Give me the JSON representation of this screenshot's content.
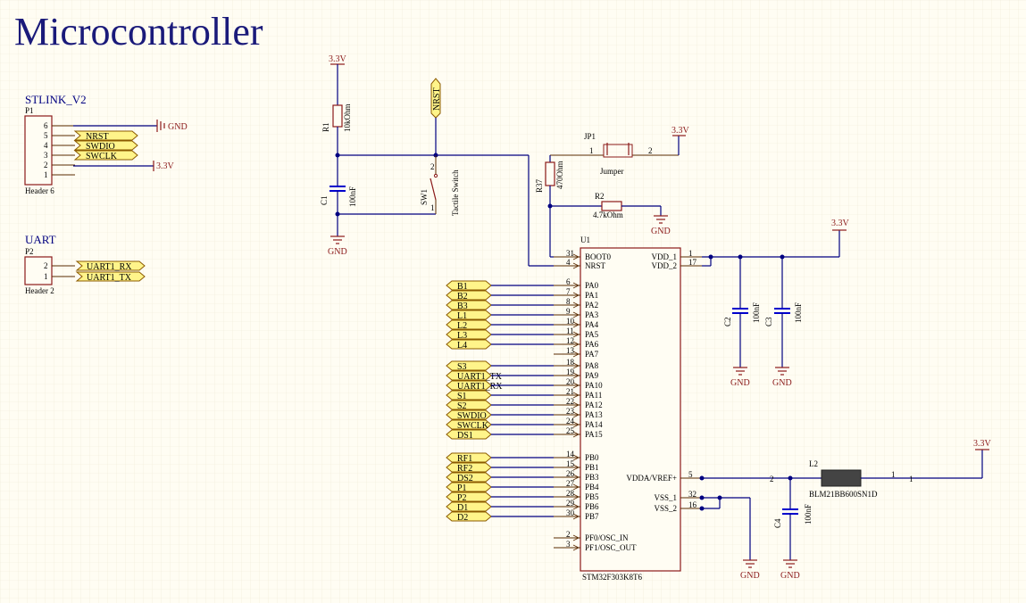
{
  "title": "Microcontroller",
  "headers": {
    "p1": {
      "section": "STLINK_V2",
      "ref": "P1",
      "name": "Header 6",
      "pins": [
        "6",
        "5",
        "4",
        "3",
        "2",
        "1"
      ]
    },
    "p2": {
      "section": "UART",
      "ref": "P2",
      "name": "Header 2",
      "pins": [
        "2",
        "1"
      ]
    }
  },
  "nets": {
    "nrst": "NRST",
    "swdio": "SWDIO",
    "swclk": "SWCLK",
    "uart_rx": "UART1_RX",
    "uart_tx": "UART1_TX"
  },
  "power": {
    "gnd": "GND",
    "v33": "3.3V"
  },
  "components": {
    "r1": {
      "ref": "R1",
      "value": "10kOhm"
    },
    "c1": {
      "ref": "C1",
      "value": "100nF"
    },
    "sw1": {
      "ref": "SW1",
      "value": "Tactile Switch",
      "pin_top": "2",
      "pin_bot": "1"
    },
    "jp1": {
      "ref": "JP1",
      "value": "Jumper",
      "pin_l": "1",
      "pin_r": "2"
    },
    "r37": {
      "ref": "R37",
      "value": "470Ohm"
    },
    "r2": {
      "ref": "R2",
      "value": "4.7kOhm"
    },
    "c2": {
      "ref": "C2",
      "value": "100nF"
    },
    "c3": {
      "ref": "C3",
      "value": "100nF"
    },
    "c4": {
      "ref": "C4",
      "value": "100nF"
    },
    "l2": {
      "ref": "L2",
      "value": "BLM21BB600SN1D",
      "pin_l": "2",
      "pin_r": "1"
    }
  },
  "u1": {
    "ref": "U1",
    "part": "STM32F303K8T6",
    "left_pins": [
      {
        "num": "31",
        "name": "BOOT0"
      },
      {
        "num": "4",
        "name": "NRST"
      },
      {
        "num": "6",
        "name": "PA0"
      },
      {
        "num": "7",
        "name": "PA1"
      },
      {
        "num": "8",
        "name": "PA2"
      },
      {
        "num": "9",
        "name": "PA3"
      },
      {
        "num": "10",
        "name": "PA4"
      },
      {
        "num": "11",
        "name": "PA5"
      },
      {
        "num": "12",
        "name": "PA6"
      },
      {
        "num": "13",
        "name": "PA7"
      },
      {
        "num": "18",
        "name": "PA8"
      },
      {
        "num": "19",
        "name": "PA9"
      },
      {
        "num": "20",
        "name": "PA10"
      },
      {
        "num": "21",
        "name": "PA11"
      },
      {
        "num": "22",
        "name": "PA12"
      },
      {
        "num": "23",
        "name": "PA13"
      },
      {
        "num": "24",
        "name": "PA14"
      },
      {
        "num": "25",
        "name": "PA15"
      },
      {
        "num": "14",
        "name": "PB0"
      },
      {
        "num": "15",
        "name": "PB1"
      },
      {
        "num": "26",
        "name": "PB3"
      },
      {
        "num": "27",
        "name": "PB4"
      },
      {
        "num": "28",
        "name": "PB5"
      },
      {
        "num": "29",
        "name": "PB6"
      },
      {
        "num": "30",
        "name": "PB7"
      },
      {
        "num": "2",
        "name": "PF0/OSC_IN"
      },
      {
        "num": "3",
        "name": "PF1/OSC_OUT"
      }
    ],
    "right_pins": [
      {
        "num": "1",
        "name": "VDD_1"
      },
      {
        "num": "17",
        "name": "VDD_2"
      },
      {
        "num": "5",
        "name": "VDDA/VREF+"
      },
      {
        "num": "32",
        "name": "VSS_1"
      },
      {
        "num": "16",
        "name": "VSS_2"
      }
    ],
    "pa_nets": [
      "B1",
      "B2",
      "B3",
      "L1",
      "L2",
      "L3",
      "L4",
      "",
      "S3",
      "UART1_TX",
      "UART1_RX",
      "S1",
      "S2",
      "SWDIO",
      "SWCLK",
      "DS1"
    ],
    "pb_nets": [
      "RF1",
      "RF2",
      "DS2",
      "P1",
      "P2",
      "D1",
      "D2"
    ]
  }
}
